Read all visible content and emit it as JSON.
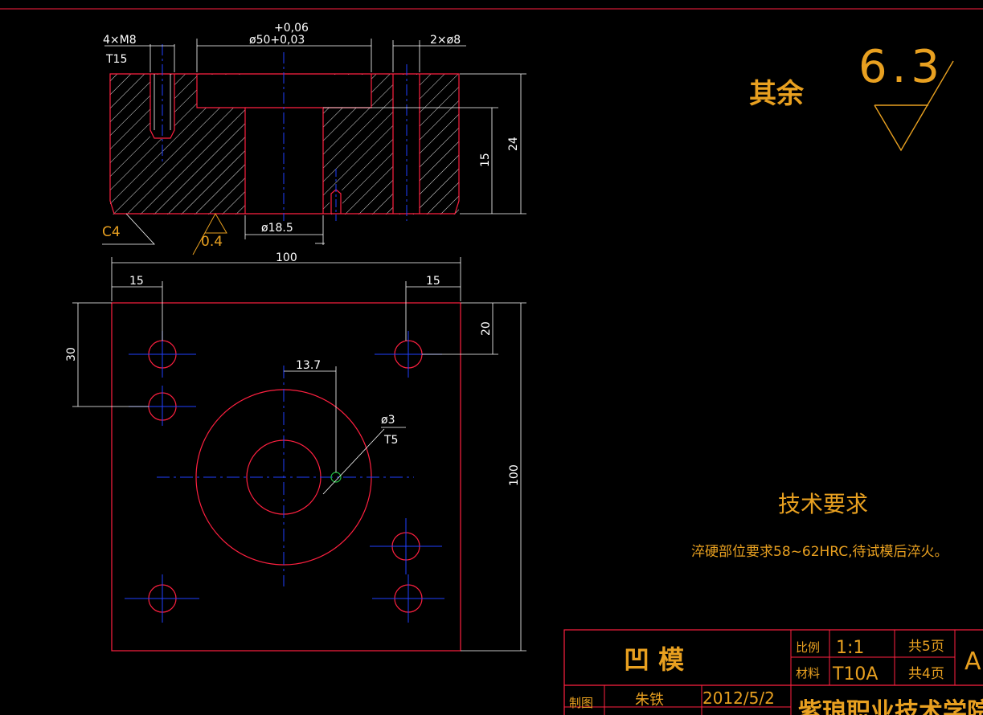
{
  "section_view": {
    "thread_note": "4×M8",
    "thread_depth": "T15",
    "bore_tol_upper": "+0,06",
    "bore_dim": "ø50+0,03",
    "pin_holes": "2×ø8",
    "height_24": "24",
    "height_15": "15",
    "hole_dia": "ø18.5",
    "chamfer": "C4",
    "surface_roughness_local": "0.4"
  },
  "plan_view": {
    "width_100": "100",
    "left_15": "15",
    "right_15": "15",
    "left_30": "30",
    "right_20": "20",
    "height_100": "100",
    "offset_13_7": "13.7",
    "small_hole": "ø3",
    "small_hole_depth": "T5"
  },
  "roughness": {
    "label": "其余",
    "value": "6.3"
  },
  "tech_requirements": {
    "title": "技术要求",
    "text": "淬硬部位要求58~62HRC,待试模后淬火。"
  },
  "title_block": {
    "part_name": "凹 模",
    "scale_label": "比例",
    "scale_value": "1:1",
    "total_pages": "共5页",
    "material_label": "材料",
    "material_value": "T10A",
    "page_no": "共4页",
    "drawn_label": "制图",
    "drawn_by": "朱铁",
    "date": "2012/5/2",
    "school": "紫琅职业技术学院",
    "sheet_mark": "A"
  },
  "colors": {
    "outline": "#ff2040",
    "center": "#2040ff",
    "dimension": "#ffffff",
    "text": "#e8a020",
    "hole_small": "#20c040"
  }
}
